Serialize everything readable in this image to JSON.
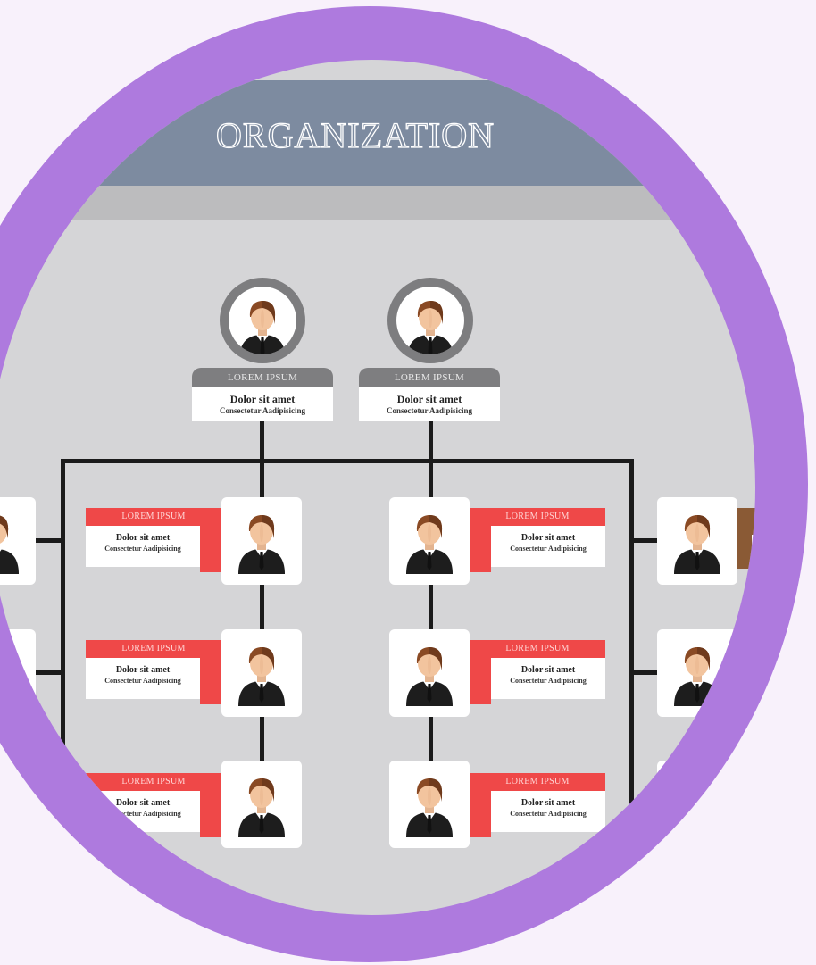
{
  "title": "ORGANIZATION",
  "colors": {
    "ring": "#ae7ade",
    "background": "#f8f1fb",
    "header": "#7d8ba0",
    "diagram_bg": "#d5d5d7",
    "accent_red": "#ef4848",
    "cap_gray": "#7e7e80",
    "accent_brown": "#8a5a35"
  },
  "icon": "businessman-icon",
  "top_nodes": [
    {
      "band": "LOREM IPSUM",
      "title": "Dolor sit amet",
      "subtitle": "Consectetur Aadipisicing"
    },
    {
      "band": "LOREM IPSUM",
      "title": "Dolor sit amet",
      "subtitle": "Consectetur Aadipisicing"
    }
  ],
  "left_column": [
    {
      "band": "LOREM IPSUM",
      "title": "Dolor sit amet",
      "subtitle": "Consectetur Aadipisicing"
    },
    {
      "band": "LOREM IPSUM",
      "title": "Dolor sit amet",
      "subtitle": "Consectetur Aadipisicing"
    },
    {
      "band": "LOREM IPSUM",
      "title": "Dolor sit amet",
      "subtitle": "Consectetur Aadipisicing"
    }
  ],
  "right_column": [
    {
      "band": "LOREM IPSUM",
      "title": "Dolor sit amet",
      "subtitle": "Consectetur Aadipisicing"
    },
    {
      "band": "LOREM IPSUM",
      "title": "Dolor sit amet",
      "subtitle": "Consectetur Aadipisicing"
    },
    {
      "band": "LOREM IPSUM",
      "title": "Dolor sit amet",
      "subtitle": "Consectetur Aadipisicing"
    }
  ]
}
